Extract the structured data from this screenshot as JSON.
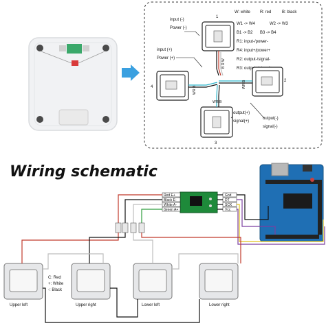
{
  "title": "Wiring schematic",
  "top_diagram": {
    "legend": {
      "colors": [
        {
          "label": "W: white"
        },
        {
          "label": "R: red"
        },
        {
          "label": "B: black"
        }
      ],
      "mappings": [
        "W1 -> W4",
        "W2 -> W3",
        "B1 -> B2",
        "B3 -> B4"
      ],
      "roles": [
        "R1: input-/power-",
        "R4: input+/power+",
        "R2: output-/signal-",
        "R3: output+/signal+"
      ]
    },
    "cell_numbers": [
      "1",
      "2",
      "3",
      "4"
    ],
    "annotations": {
      "cell1_top": "input (-)",
      "cell1_bottom": "Power (-)",
      "cell4_top": "input (+)",
      "cell4_bottom": "Power (+)",
      "cell3_out_top": "output(+)",
      "cell3_out_bottom": "signal(+)",
      "cell2_out_top": "output(-)",
      "cell2_out_bottom": "signal(-)"
    },
    "wire_tags": [
      "W",
      "R",
      "B"
    ]
  },
  "hx711": {
    "left_pins": [
      "Red E+",
      "Black E-",
      "White A-",
      "Green A+"
    ],
    "right_pins": [
      "Gnd",
      "DT",
      "SCK",
      "Vcc"
    ]
  },
  "bottom_diagram": {
    "cells": [
      {
        "label": "Upper left"
      },
      {
        "label": "Upper right"
      },
      {
        "label": "Lower left"
      },
      {
        "label": "Lower right"
      }
    ],
    "wire_legend": [
      "C: Red",
      "+: White",
      "-: Black"
    ]
  },
  "colors": {
    "red": "#c0392b",
    "black": "#111111",
    "white_wire": "#bdbdbd",
    "green": "#2e9e3e",
    "yellow": "#e0c21a",
    "purple": "#7b3fa0",
    "cyan": "#2ab3c9",
    "arduino": "#1f6fb4",
    "hx711": "#1e8a3a"
  }
}
